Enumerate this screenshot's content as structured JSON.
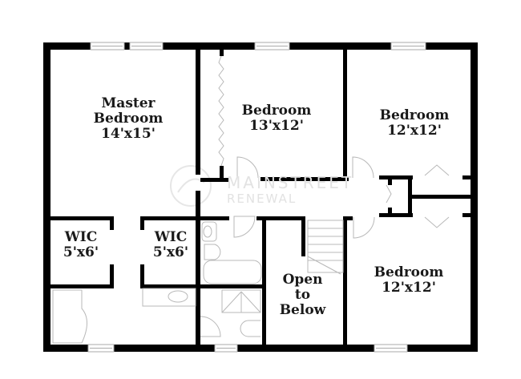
{
  "floorplan": {
    "rooms": [
      {
        "id": "master-bedroom",
        "name_lines": [
          "Master",
          "Bedroom"
        ],
        "dimensions": "14'x15'"
      },
      {
        "id": "bedroom-1",
        "name_lines": [
          "Bedroom"
        ],
        "dimensions": "13'x12'"
      },
      {
        "id": "bedroom-2",
        "name_lines": [
          "Bedroom"
        ],
        "dimensions": "12'x12'"
      },
      {
        "id": "bedroom-3",
        "name_lines": [
          "Bedroom"
        ],
        "dimensions": "12'x12'"
      },
      {
        "id": "wic-1",
        "name_lines": [
          "WIC"
        ],
        "dimensions": "5'x6'"
      },
      {
        "id": "wic-2",
        "name_lines": [
          "WIC"
        ],
        "dimensions": "5'x6'"
      },
      {
        "id": "open-to-below",
        "name_lines": [
          "Open",
          "to",
          "Below"
        ],
        "dimensions": ""
      }
    ],
    "watermark": {
      "line1": "MAINSTREET",
      "line2": "RENEWAL"
    },
    "colors": {
      "wall": "#000000",
      "fixture": "#b8b8b8",
      "watermark": "#e2e2e2",
      "background": "#ffffff"
    }
  }
}
